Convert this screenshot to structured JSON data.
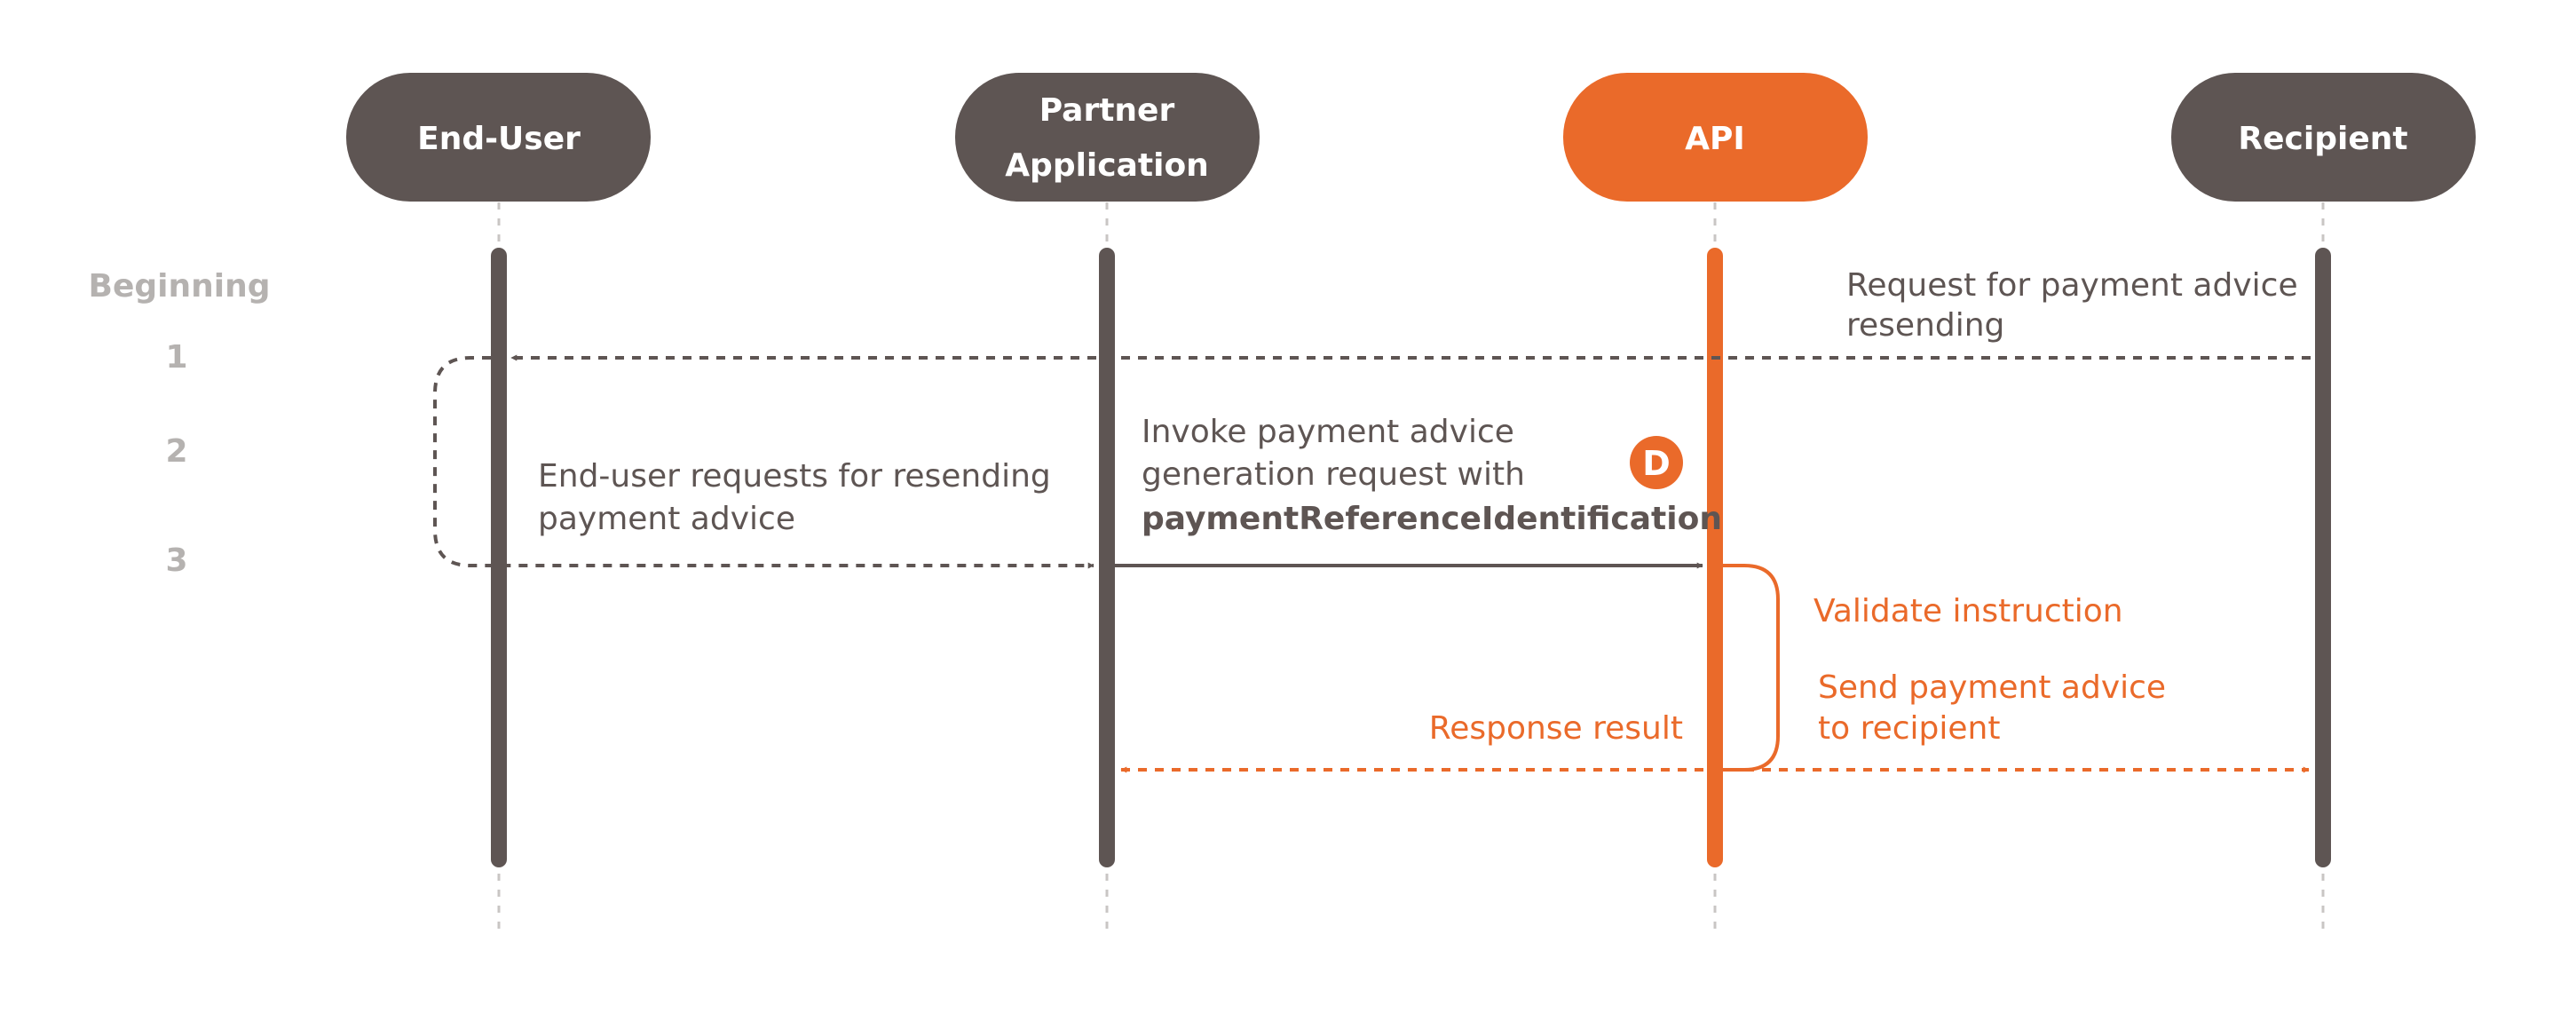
{
  "colors": {
    "dark": "#5e5553",
    "accent": "#ea6a2a",
    "muted": "#b5b2b0",
    "guide": "#c9c6c4",
    "background": "#ffffff"
  },
  "participants": [
    {
      "id": "end_user",
      "lines": [
        "End-User"
      ],
      "accent": false
    },
    {
      "id": "partner_app",
      "lines": [
        "Partner",
        "Application"
      ],
      "accent": false
    },
    {
      "id": "api",
      "lines": [
        "API"
      ],
      "accent": true
    },
    {
      "id": "recipient",
      "lines": [
        "Recipient"
      ],
      "accent": false
    }
  ],
  "steps": [
    "Beginning",
    "1",
    "2",
    "3"
  ],
  "messages": {
    "request_resend": [
      "Request for payment advice",
      "resending"
    ],
    "end_user_request": [
      "End-user requests for resending",
      "payment advice"
    ],
    "invoke": [
      "Invoke payment advice",
      "generation request with"
    ],
    "invoke_bold": "paymentReferenceIdentification",
    "validate": "Validate instruction",
    "send_advice": [
      "Send payment advice",
      "to recipient"
    ],
    "response": "Response result"
  },
  "badge": {
    "label": "D",
    "icon": "letter-d-badge-icon"
  }
}
